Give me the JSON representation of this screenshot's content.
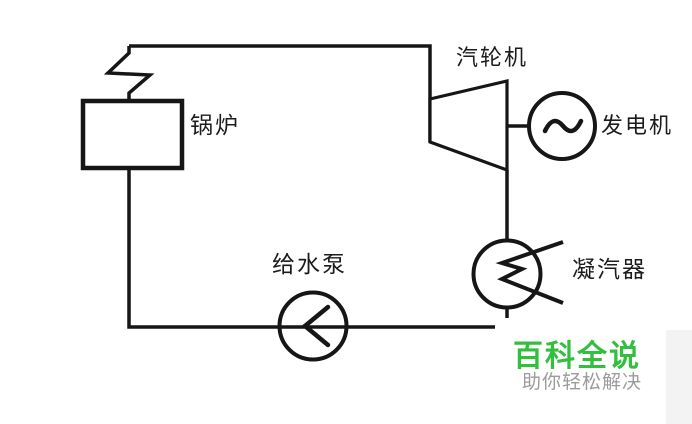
{
  "components": {
    "boiler": {
      "label": "锅炉"
    },
    "turbine": {
      "label": "汽轮机"
    },
    "generator": {
      "label": "发电机"
    },
    "condenser": {
      "label": "凝汽器"
    },
    "feedwater_pump": {
      "label": "给水泵"
    }
  },
  "watermark": {
    "title": "百科全说",
    "subtitle": "助你轻松解决"
  },
  "symbols": {
    "generator_wave": "~",
    "pump_flow_arrow": "<"
  },
  "colors": {
    "line": "#161616",
    "label": "#1c1c1c",
    "watermark_green": "#31bf3d",
    "watermark_gray": "#9b9b9b",
    "background": "#ffffff",
    "band": "#f3f3f3"
  }
}
